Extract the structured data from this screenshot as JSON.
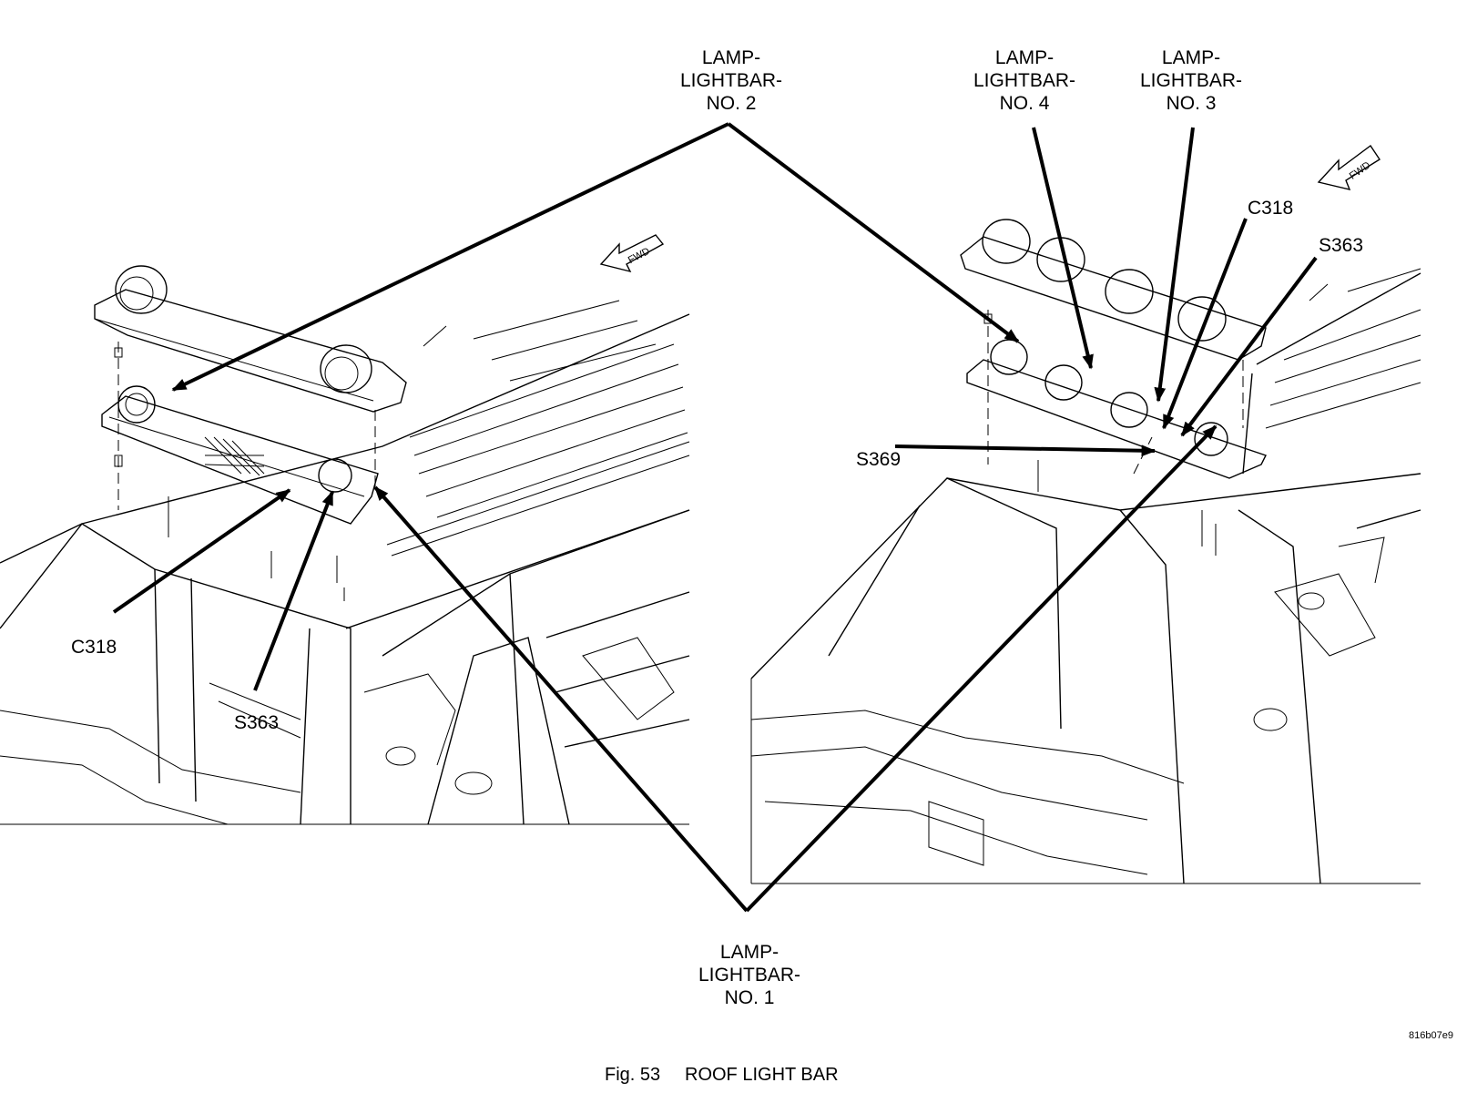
{
  "figure": {
    "number": "Fig. 53",
    "title": "ROOF LIGHT BAR",
    "code": "816b07e9"
  },
  "labels": {
    "lamp_no2": [
      "LAMP-",
      "LIGHTBAR-",
      "NO. 2"
    ],
    "lamp_no4": [
      "LAMP-",
      "LIGHTBAR-",
      "NO. 4"
    ],
    "lamp_no3": [
      "LAMP-",
      "LIGHTBAR-",
      "NO. 3"
    ],
    "lamp_no1": [
      "LAMP-",
      "LIGHTBAR-",
      "NO. 1"
    ],
    "c318_left": "C318",
    "s363_left": "S363",
    "c318_right": "C318",
    "s363_right": "S363",
    "s369_right": "S369",
    "fwd_left": "FWD",
    "fwd_right": "FWD"
  },
  "icons": [
    "fwd-arrow-icon"
  ]
}
